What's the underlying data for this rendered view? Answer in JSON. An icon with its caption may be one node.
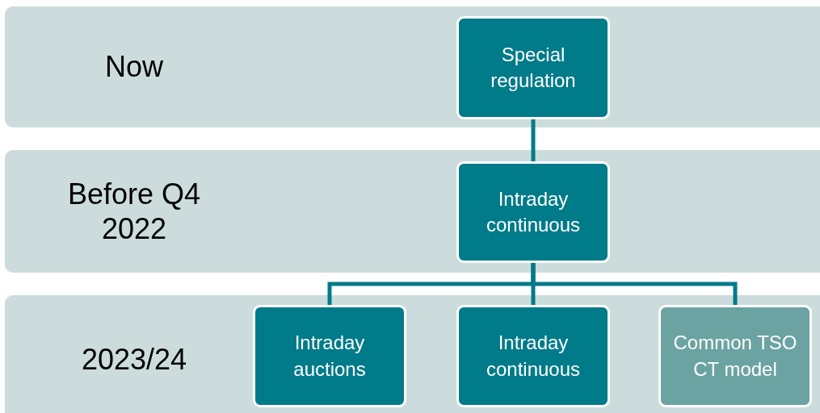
{
  "diagram": {
    "nodes": [
      {
        "text": [
          "Now"
        ]
      },
      {
        "text": [
          "Special regulation"
        ],
        "in": 0
      },
      {
        "text": [
          "Before Q4 2022"
        ]
      },
      {
        "text": [
          "Intraday continuous"
        ],
        "in": 2
      },
      {
        "text": [
          "2023/24"
        ]
      },
      {
        "text": [
          "Intraday auctions"
        ],
        "in": 4
      },
      {
        "text": [
          "Intraday continuous"
        ],
        "in": 4
      },
      {
        "text": [
          "Common TSO CT model"
        ],
        "in": 4
      }
    ],
    "edges": [
      {
        "from": 1,
        "to": 3,
        "arrow": "none"
      },
      {
        "from": 3,
        "to": 5,
        "arrow": "none"
      },
      {
        "from": 3,
        "to": 6,
        "arrow": "none"
      },
      {
        "from": 3,
        "to": 7,
        "arrow": "none"
      }
    ]
  }
}
